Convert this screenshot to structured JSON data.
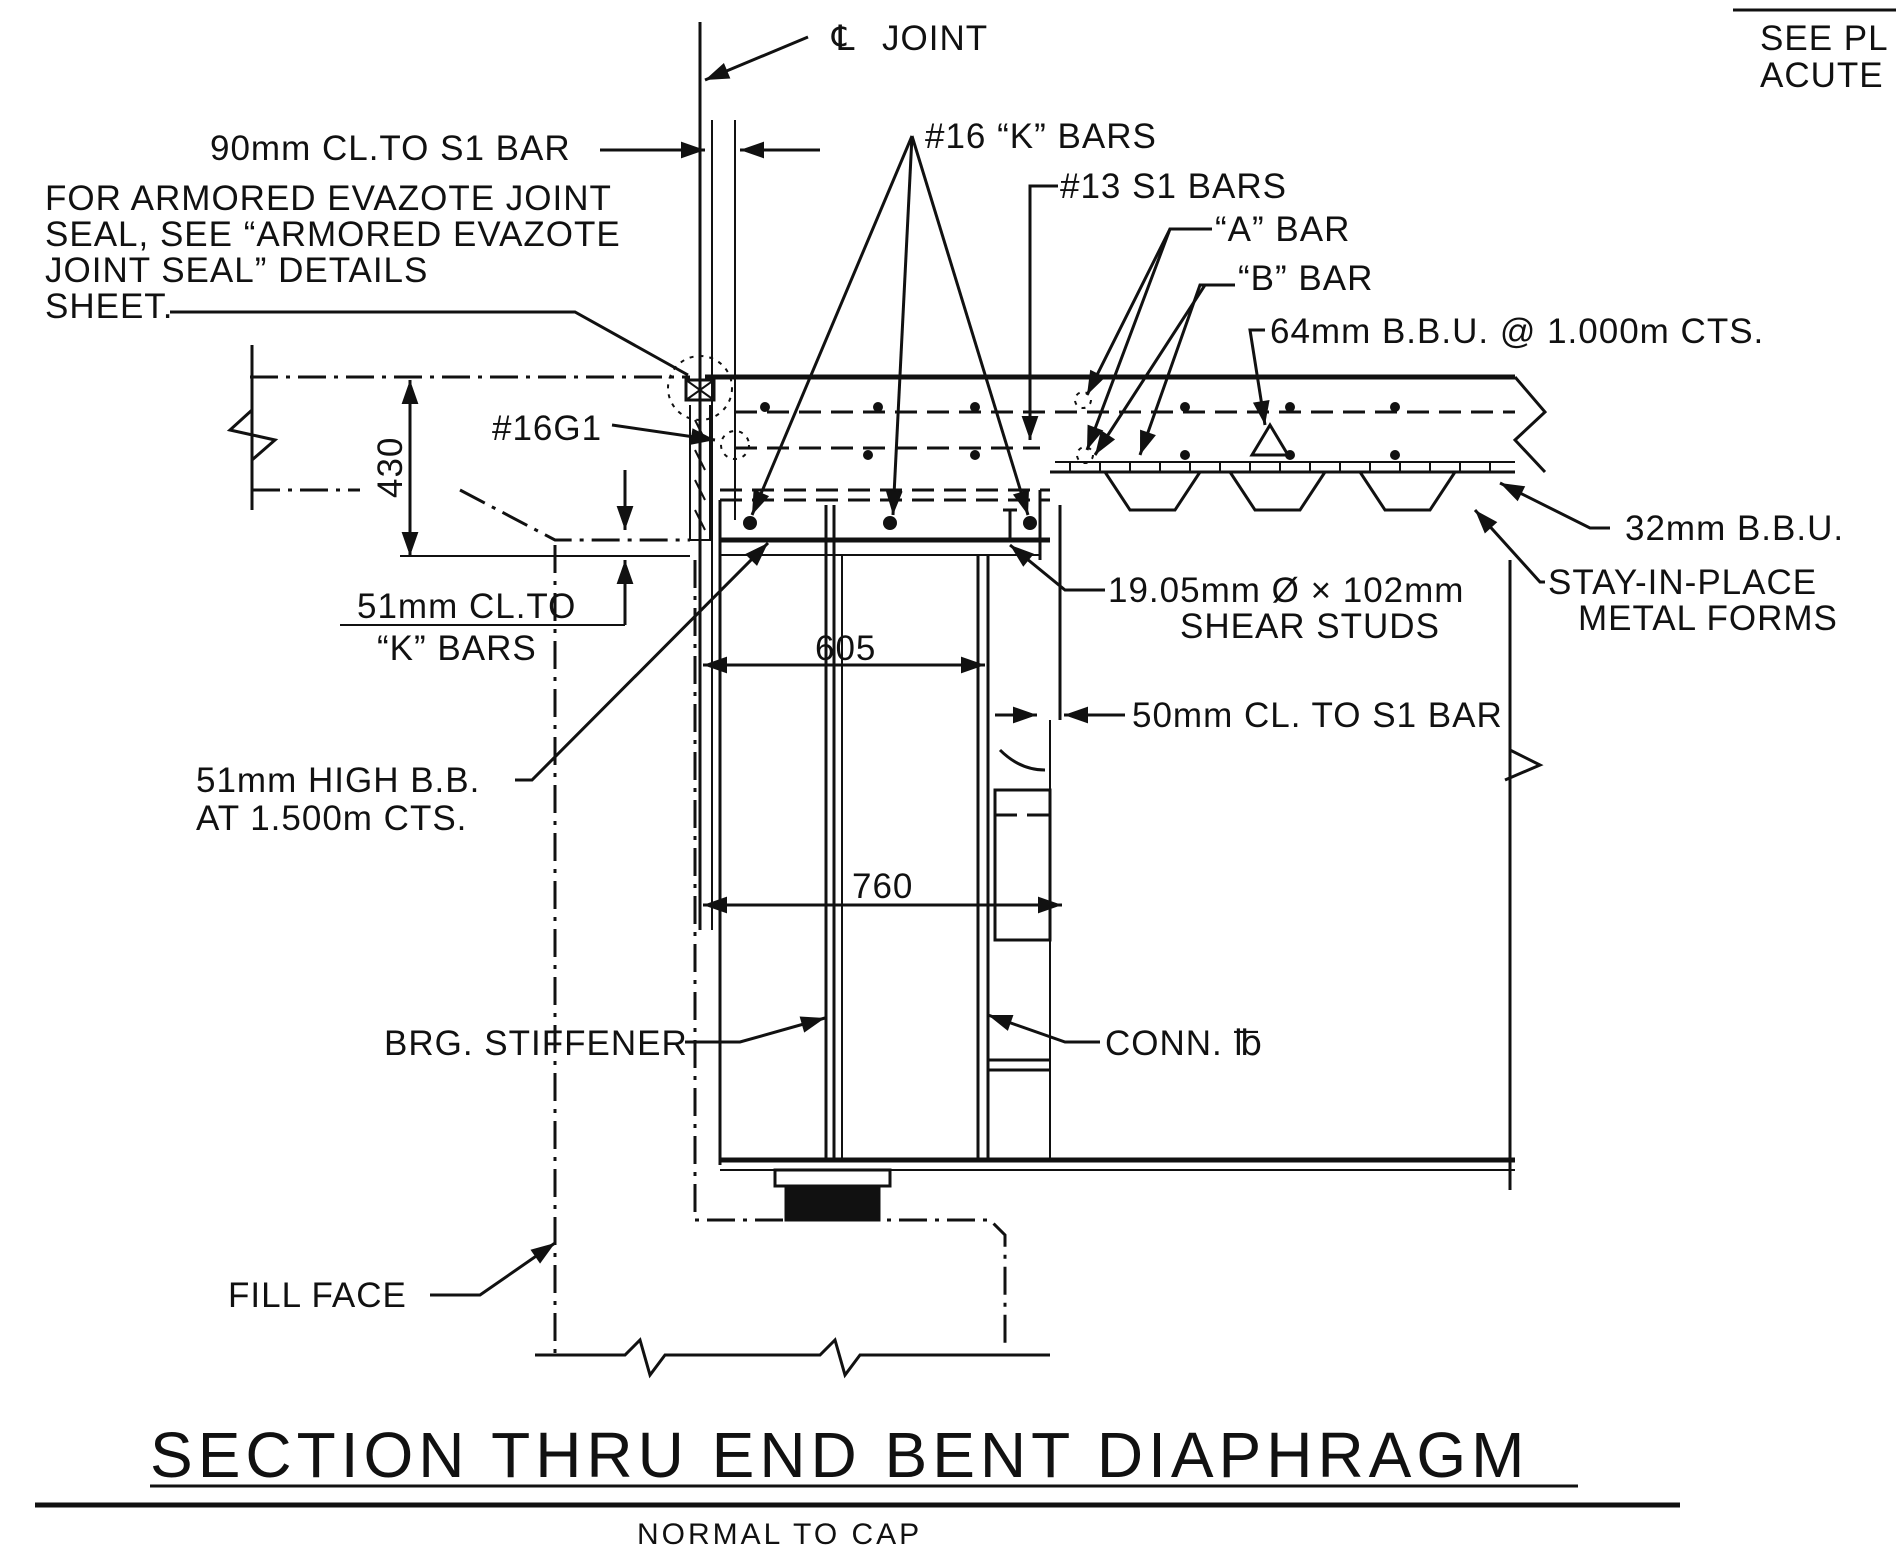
{
  "title": "SECTION THRU END BENT DIAPHRAGM",
  "subtitle": "NORMAL TO CAP",
  "corner_note": [
    "SEE PL",
    "ACUTE"
  ],
  "labels": {
    "cl_joint": "JOINT",
    "cl_symbol": "℄",
    "cl_to_s1_90": "90mm CL.TO S1 BAR",
    "evazote": [
      "FOR ARMORED EVAZOTE JOINT",
      "SEAL, SEE “ARMORED EVAZOTE",
      "JOINT SEAL” DETAILS",
      "SHEET."
    ],
    "k_bars": "#16 “K” BARS",
    "s1_bars": "#13 S1 BARS",
    "a_bar": "“A” BAR",
    "b_bar": "“B” BAR",
    "bbu_64": "64mm B.B.U. @ 1.000m CTS.",
    "g1": "#16G1",
    "dim_430": "430",
    "cl_to_k_51": [
      "51mm CL.TO",
      "“K” BARS"
    ],
    "bbu_32": "32mm B.B.U.",
    "stay_forms": [
      "STAY-IN-PLACE",
      "METAL FORMS"
    ],
    "shear_studs": [
      "19.05mm Ø × 102mm",
      "SHEAR STUDS"
    ],
    "dim_605": "605",
    "cl_to_s1_50": "50mm CL. TO S1 BAR",
    "bb_51": [
      "51mm HIGH B.B.",
      "AT 1.500m CTS."
    ],
    "dim_760": "760",
    "brg_stiffener": "BRG. STIFFENER",
    "conn_pl": "CONN. ℔",
    "fill_face": "FILL FACE"
  }
}
